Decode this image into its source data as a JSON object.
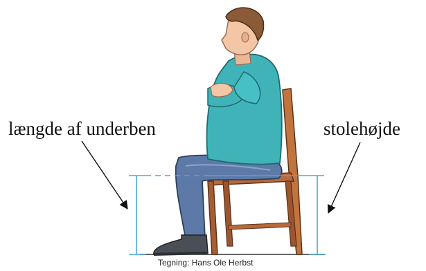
{
  "labels": {
    "left": "længde af underben",
    "right": "stolehøjde"
  },
  "credit": "Tegning: Hans Ole Herbst",
  "colors": {
    "measure_line": "#4aa8d8",
    "shirt": "#3fb3b8",
    "jeans": "#5d79a8",
    "chair": "#b8693a",
    "skin": "#f3c6a5",
    "hair": "#8b5a36",
    "shoe": "#4a4f57"
  },
  "icons": [
    "arrow-left-icon",
    "arrow-right-icon"
  ]
}
